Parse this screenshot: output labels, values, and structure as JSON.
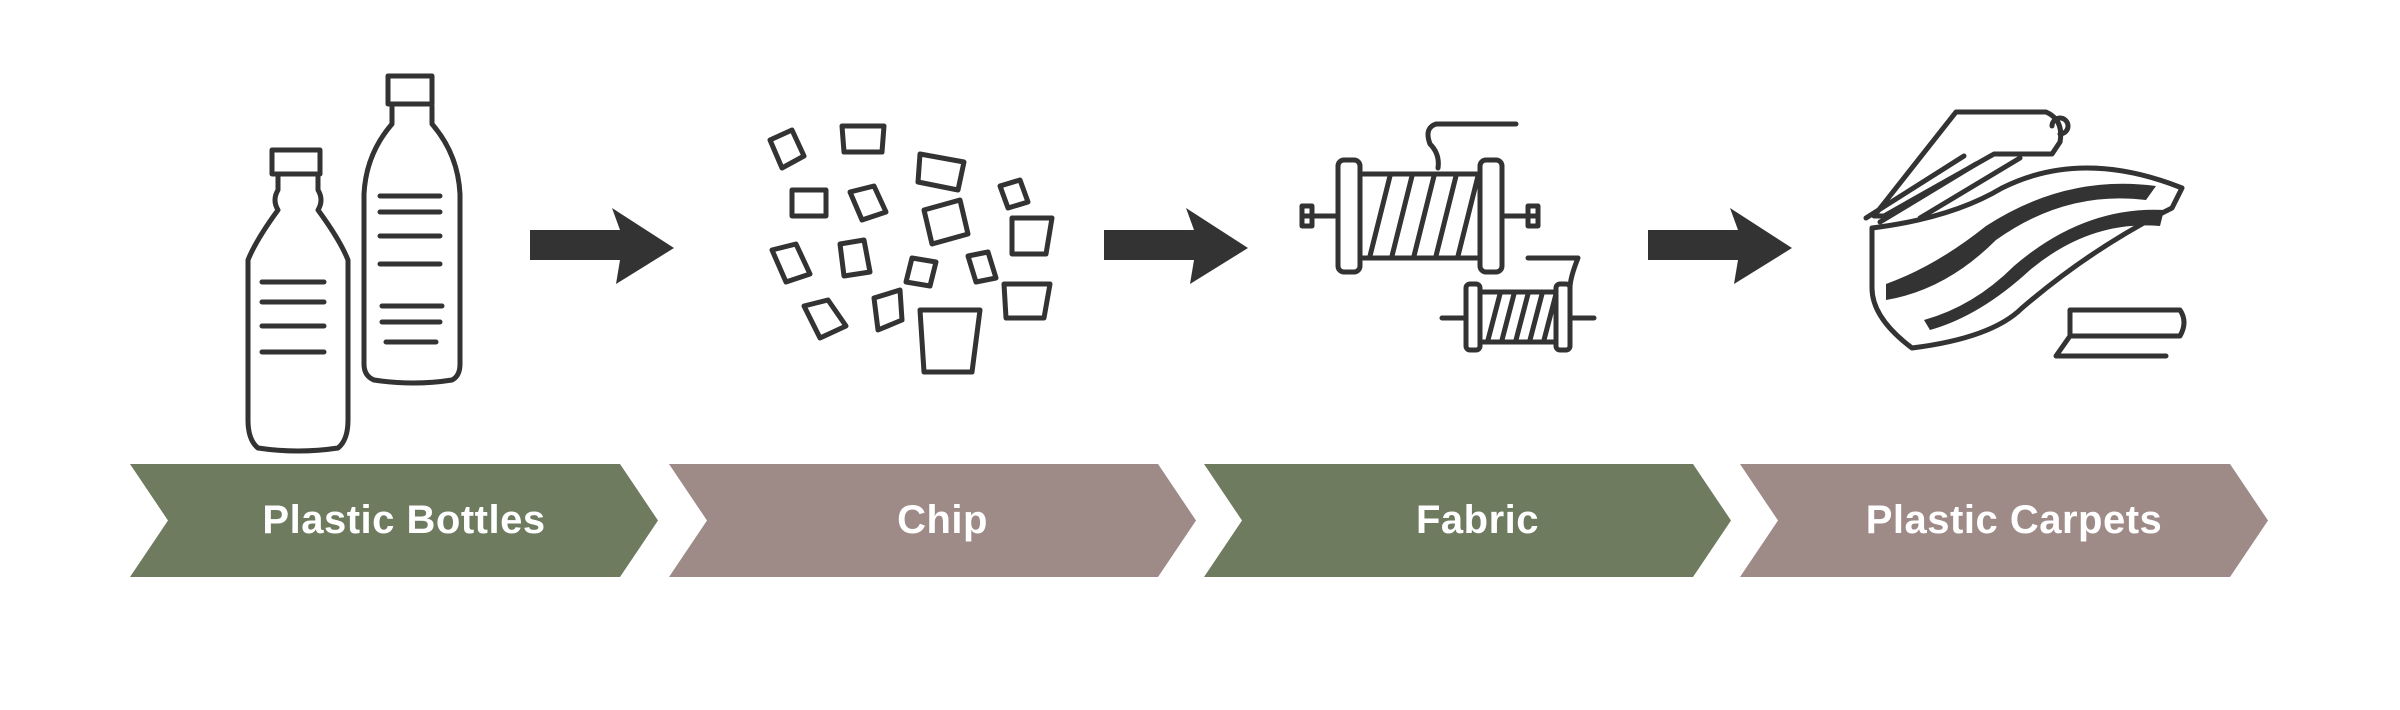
{
  "colors": {
    "green": "#6e7b5f",
    "mauve": "#9e8a87",
    "ink": "#333333"
  },
  "steps": [
    {
      "label": "Plastic Bottles",
      "color": "#6e7b5f",
      "icon": "plastic-bottles-icon"
    },
    {
      "label": "Chip",
      "color": "#9e8a87",
      "icon": "plastic-chips-icon"
    },
    {
      "label": "Fabric",
      "color": "#6e7b5f",
      "icon": "thread-spools-icon"
    },
    {
      "label": "Plastic Carpets",
      "color": "#9e8a87",
      "icon": "carpets-icon"
    }
  ]
}
